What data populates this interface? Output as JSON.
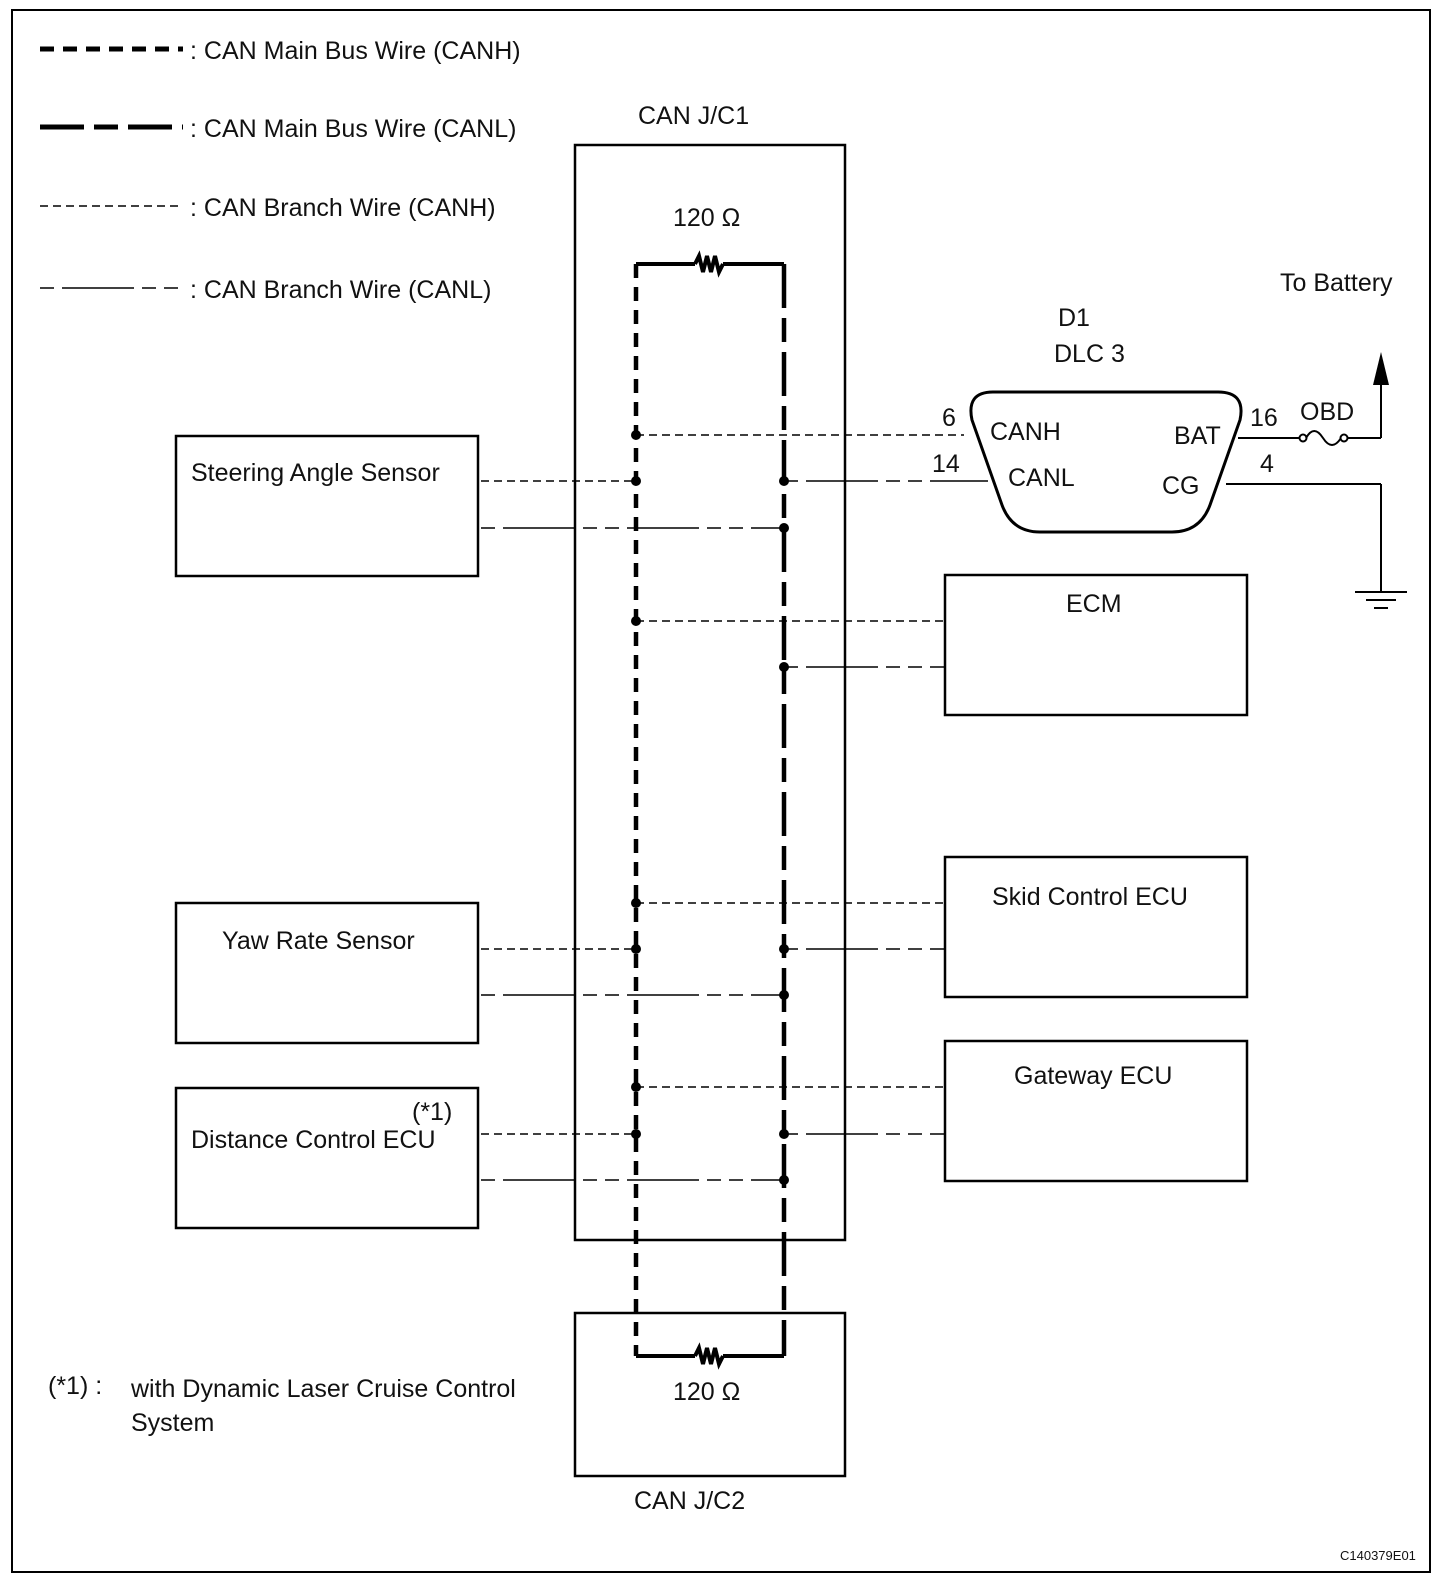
{
  "legend": {
    "main_canh": ": CAN Main Bus Wire (CANH)",
    "main_canl": ": CAN Main Bus Wire (CANL)",
    "branch_canh": ": CAN Branch Wire (CANH)",
    "branch_canl": ": CAN Branch Wire (CANL)"
  },
  "junctions": {
    "jc1": "CAN J/C1",
    "jc2": "CAN J/C2",
    "resistor_top": "120 Ω",
    "resistor_bottom": "120 Ω"
  },
  "dlc": {
    "id": "D1",
    "name": "DLC 3",
    "canh": "CANH",
    "canl": "CANL",
    "bat": "BAT",
    "cg": "CG",
    "pin_canh": "6",
    "pin_canl": "14",
    "pin_bat": "16",
    "pin_cg": "4",
    "fuse": "OBD",
    "battery": "To Battery"
  },
  "ecus": {
    "steering": "Steering Angle Sensor",
    "ecm": "ECM",
    "skid": "Skid Control ECU",
    "yaw": "Yaw Rate Sensor",
    "gateway": "Gateway ECU",
    "distance": "Distance Control ECU",
    "distance_note": "(*1)"
  },
  "footnote": {
    "marker": "(*1) :",
    "line1": "with Dynamic Laser Cruise Control",
    "line2": "System"
  },
  "code": "C140379E01"
}
